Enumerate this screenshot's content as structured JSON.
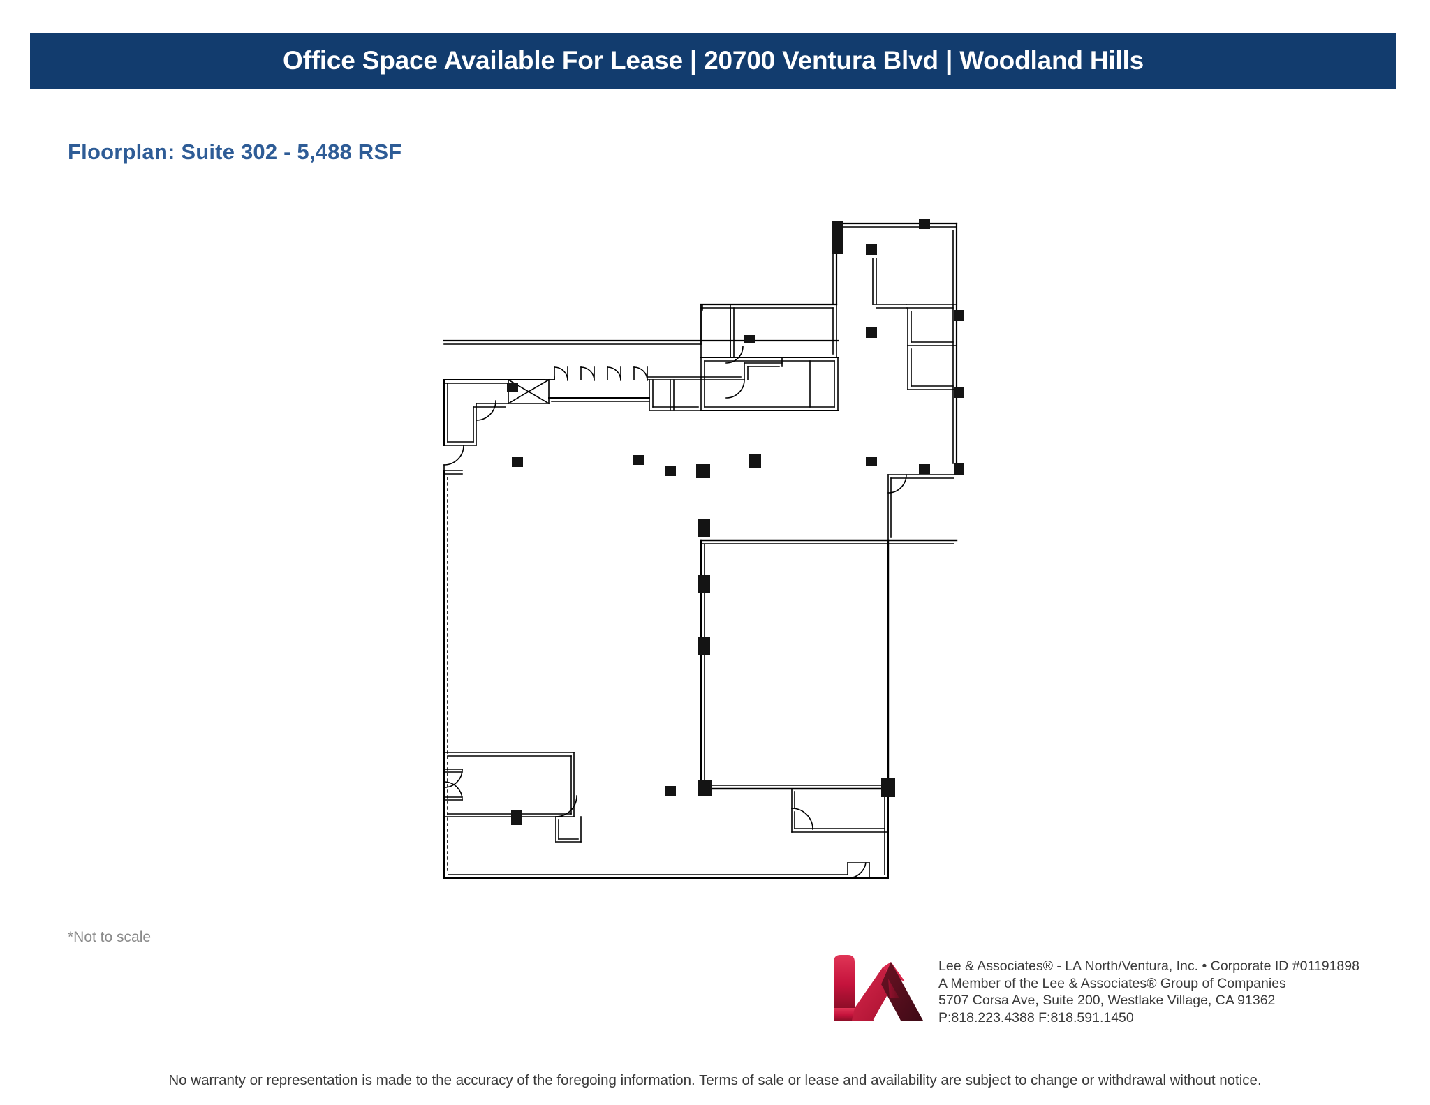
{
  "header": {
    "title": "Office Space Available For Lease | 20700 Ventura Blvd | Woodland Hills",
    "background_color": "#123C6E",
    "text_color": "#FFFFFF"
  },
  "subtitle": {
    "text": "Floorplan:  Suite 302 - 5,488 RSF",
    "color": "#2E5C96"
  },
  "floorplan": {
    "label": "suite-302-floorplan",
    "note": "*Not to scale",
    "line_color": "#000000",
    "column_color": "#1a1a1a"
  },
  "footer": {
    "logo_name": "lee-associates-la-logo",
    "logo_colors": {
      "bright_red": "#D8264A",
      "crimson": "#C3143C",
      "dark_maroon": "#5E1222"
    },
    "contact": [
      "Lee & Associates® - LA North/Ventura, Inc. • Corporate ID #01191898",
      "A Member of the Lee & Associates® Group of Companies",
      "5707 Corsa Ave, Suite 200, Westlake Village, CA 91362",
      "P:818.223.4388  F:818.591.1450"
    ],
    "disclaimer": "No warranty or representation is made to the accuracy of the foregoing information. Terms of sale or lease and availability are subject to change or withdrawal without notice."
  }
}
